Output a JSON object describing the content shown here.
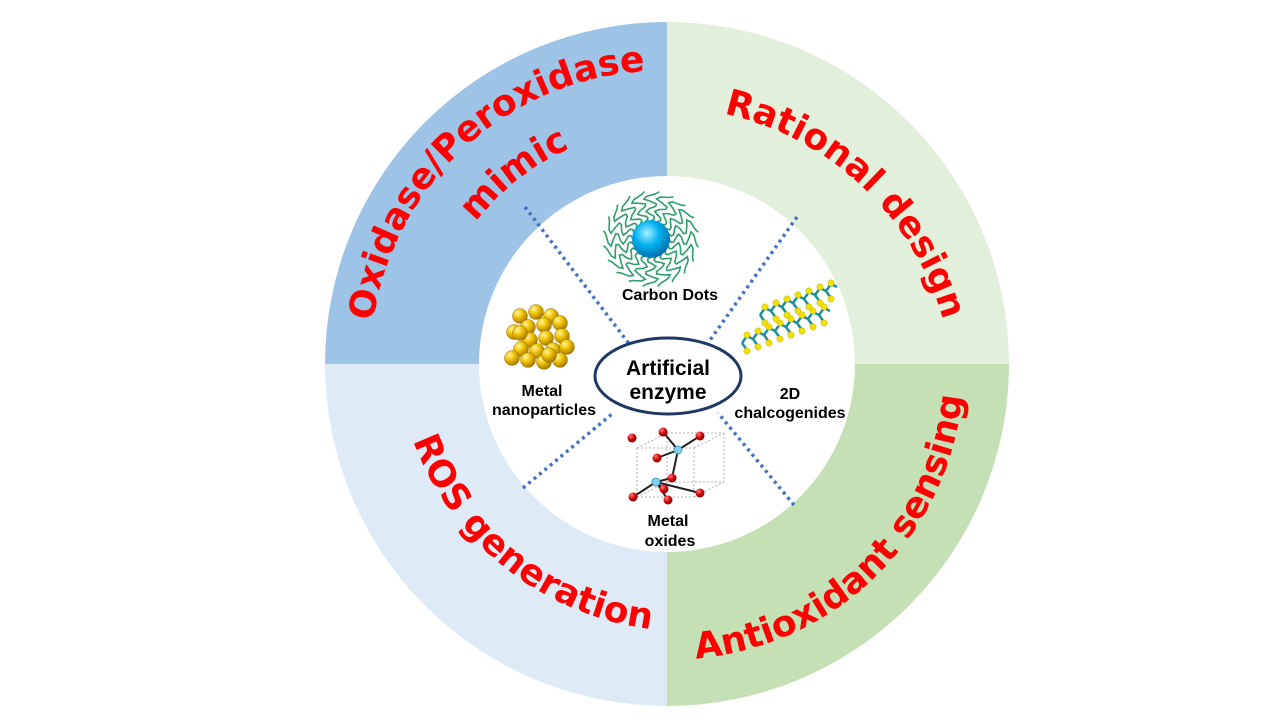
{
  "colors": {
    "quad_top_left": "#9dc3e6",
    "quad_top_right": "#e2efda",
    "quad_bottom_left": "#deebf7",
    "quad_bottom_right": "#c5e0b4",
    "quad_text": "#ff0000",
    "divider": "#4472c4",
    "ellipse_stroke": "#203864",
    "gold": "#e8b600",
    "dot_core": "#00b0f0",
    "strand": "#2e9e6a",
    "oxygen": "#c00000",
    "metal_atom": "#7fd3f0",
    "chalc_metal": "#1f8f9a",
    "chalc_s": "#f2e000"
  },
  "quadrants": {
    "top_left": {
      "line1": "Oxidase/Peroxidase",
      "line2": "mimic"
    },
    "top_right": {
      "text": "Rational design"
    },
    "bottom_left": {
      "text": "ROS  generation"
    },
    "bottom_right": {
      "text": "Antioxidant sensing"
    }
  },
  "center": {
    "line1": "Artificial",
    "line2": "enzyme"
  },
  "materials": {
    "carbon_dots": {
      "label": "Carbon Dots",
      "icon": "carbon-dot-icon"
    },
    "metal_nanoparticles": {
      "line1": "Metal",
      "line2": "nanoparticles",
      "icon": "gold-nanoparticle-cluster-icon"
    },
    "chalcogenides": {
      "line1": "2D",
      "line2": "chalcogenides",
      "icon": "layered-crystal-icon"
    },
    "metal_oxides": {
      "line1": "Metal",
      "line2": "oxides",
      "icon": "crystal-lattice-icon"
    }
  }
}
